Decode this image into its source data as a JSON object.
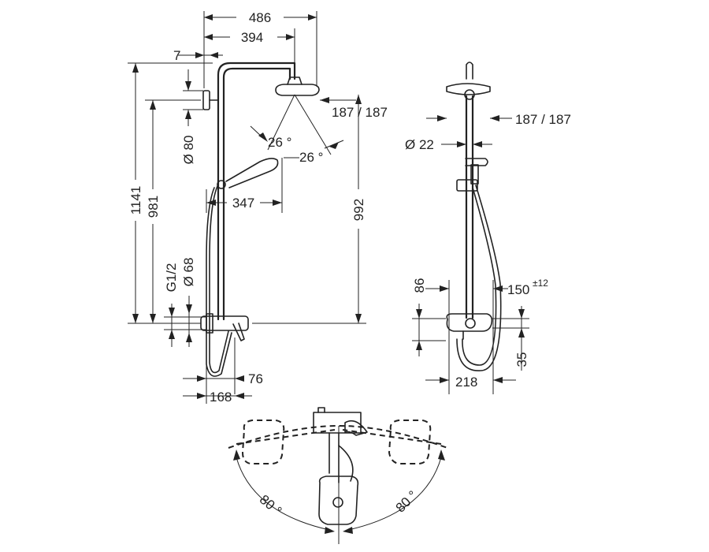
{
  "dimensions": {
    "total_width": "486",
    "head_reach": "394",
    "wall_offset": "7",
    "total_height": "1141",
    "bar_height": "981",
    "head_height": "992",
    "wall_disc_dia": "Ø 80",
    "head_tilt_left": "26 °",
    "head_tilt_right": "26 °",
    "head_size_side": "187 / 187",
    "hand_shower_reach": "347",
    "thread": "G1/2",
    "escutcheon_dia": "Ø 68",
    "spout_projection": "76",
    "mixer_depth": "168",
    "head_size_front": "187 / 187",
    "pipe_dia": "Ø 22",
    "mixer_height": "86",
    "centres_base": "150",
    "centres_tolerance": "±12",
    "spout_drop": "35",
    "mixer_width": "218",
    "rotation_left": "80 °",
    "rotation_right": "80 °"
  }
}
